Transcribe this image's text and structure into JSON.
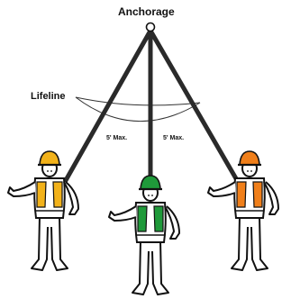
{
  "labels": {
    "anchorage": "Anchorage",
    "lifeline": "Lifeline",
    "distance_left": "5' Max.",
    "distance_right": "5' Max."
  },
  "workers": [
    {
      "role": "left-worker",
      "helmet_color": "#f2b21a",
      "vest_color": "#f2b21a"
    },
    {
      "role": "center-worker",
      "helmet_color": "#1f9a3a",
      "vest_color": "#1f9a3a"
    },
    {
      "role": "right-worker",
      "helmet_color": "#f07f1a",
      "vest_color": "#f07f1a"
    }
  ],
  "colors": {
    "line": "#2a2a2a",
    "outline": "#111111"
  },
  "icons": {
    "anchor_point": "anchor-ring-icon"
  }
}
